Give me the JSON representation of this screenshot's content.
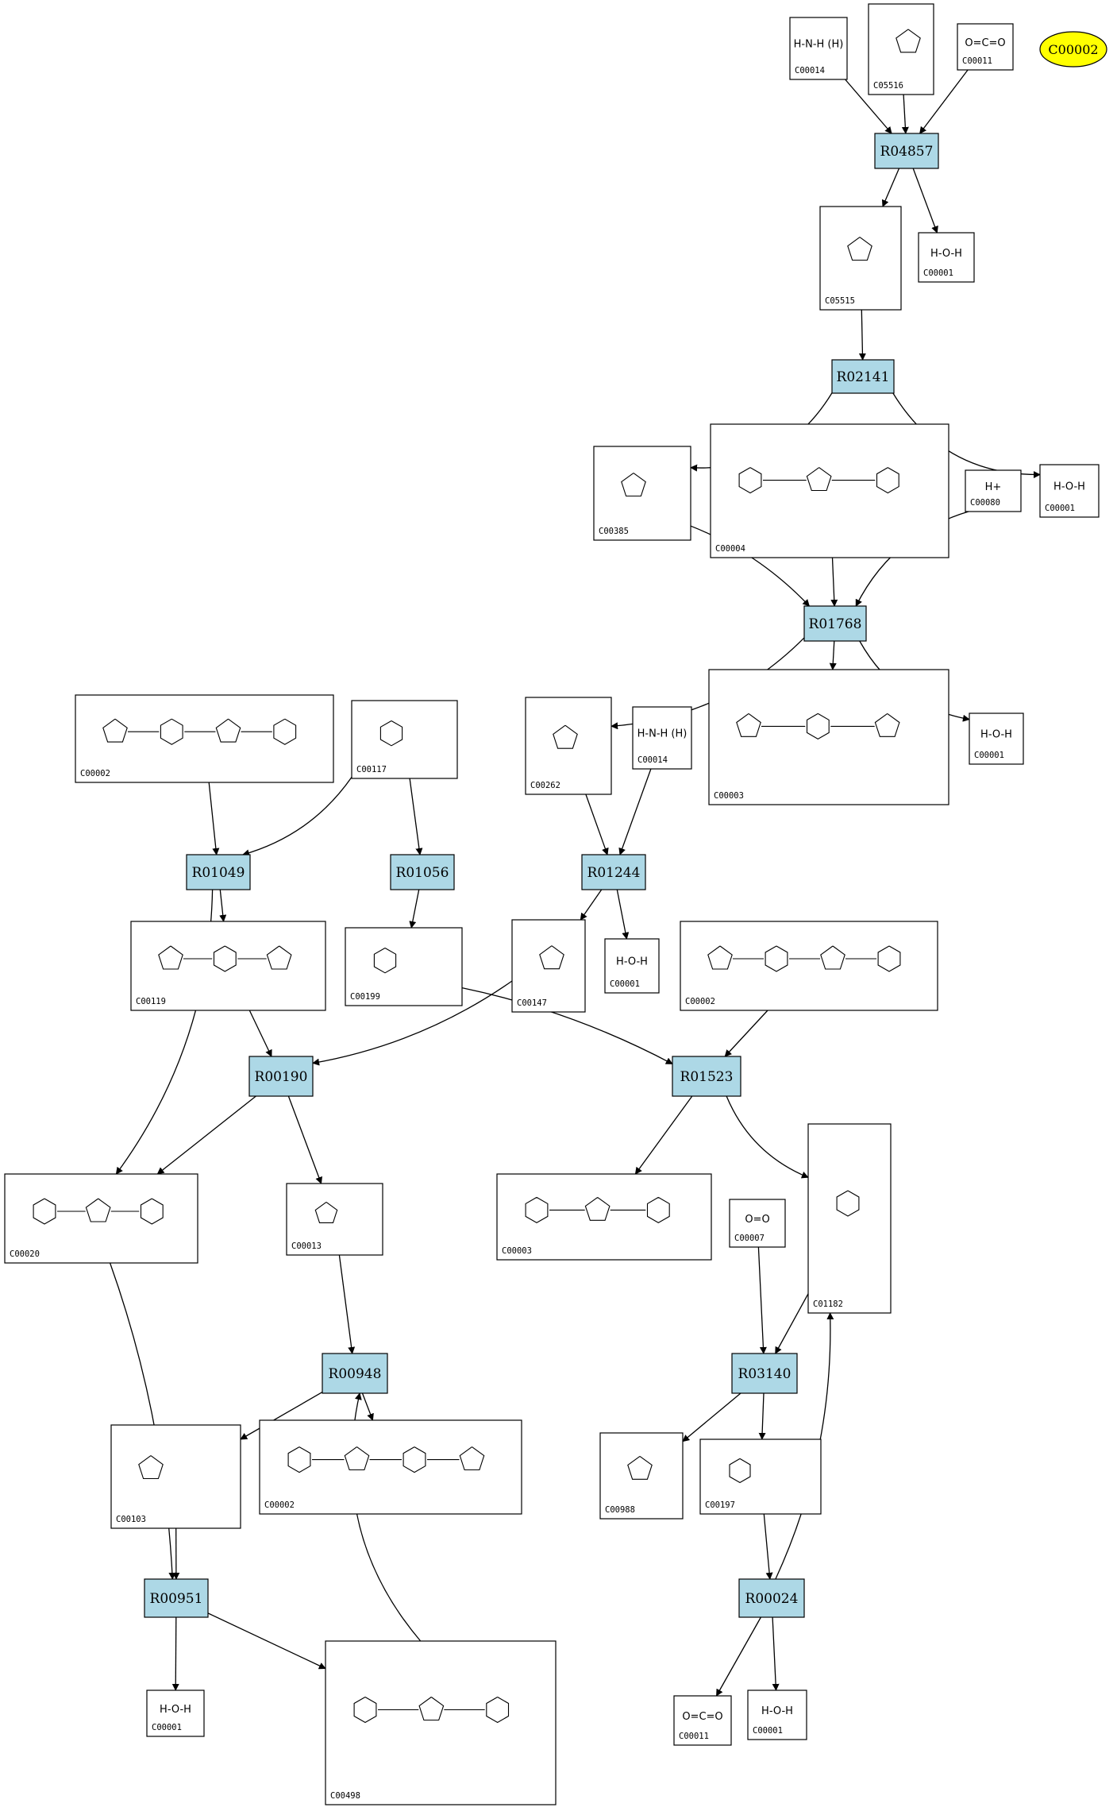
{
  "highlight": {
    "label": "C00002",
    "color": "#ffff00"
  },
  "colors": {
    "reaction_fill": "#add8e6",
    "compound_fill": "#ffffff",
    "highlight_fill": "#ffff00"
  },
  "reactions": [
    {
      "id": "R04857"
    },
    {
      "id": "R02141"
    },
    {
      "id": "R01768"
    },
    {
      "id": "R01049"
    },
    {
      "id": "R01056"
    },
    {
      "id": "R01244"
    },
    {
      "id": "R00190"
    },
    {
      "id": "R01523"
    },
    {
      "id": "R00948"
    },
    {
      "id": "R03140"
    },
    {
      "id": "R00951"
    },
    {
      "id": "R00024"
    }
  ],
  "compounds": [
    {
      "id": "C00014",
      "formula": "H-N-H (H)"
    },
    {
      "id": "C05516",
      "formula": ""
    },
    {
      "id": "C00011",
      "formula": "O=C=O"
    },
    {
      "id": "C05515",
      "formula": ""
    },
    {
      "id": "C00001",
      "formula": "H-O-H"
    },
    {
      "id": "C00385",
      "formula": ""
    },
    {
      "id": "C00004",
      "formula": ""
    },
    {
      "id": "C00080",
      "formula": "H+"
    },
    {
      "id": "C00001",
      "formula": "H-O-H"
    },
    {
      "id": "C00002",
      "formula": ""
    },
    {
      "id": "C00117",
      "formula": ""
    },
    {
      "id": "C00262",
      "formula": ""
    },
    {
      "id": "C00014",
      "formula": "H-N-H (H)"
    },
    {
      "id": "C00003",
      "formula": ""
    },
    {
      "id": "C00001",
      "formula": "H-O-H"
    },
    {
      "id": "C00119",
      "formula": ""
    },
    {
      "id": "C00199",
      "formula": ""
    },
    {
      "id": "C00147",
      "formula": ""
    },
    {
      "id": "C00001",
      "formula": "H-O-H"
    },
    {
      "id": "C00002",
      "formula": ""
    },
    {
      "id": "C00020",
      "formula": ""
    },
    {
      "id": "C00013",
      "formula": ""
    },
    {
      "id": "C00003",
      "formula": ""
    },
    {
      "id": "C00007",
      "formula": "O=O"
    },
    {
      "id": "C01182",
      "formula": ""
    },
    {
      "id": "C00103",
      "formula": ""
    },
    {
      "id": "C00002",
      "formula": ""
    },
    {
      "id": "C00988",
      "formula": ""
    },
    {
      "id": "C00197",
      "formula": ""
    },
    {
      "id": "C00001",
      "formula": "H-O-H"
    },
    {
      "id": "C00498",
      "formula": ""
    },
    {
      "id": "C00011",
      "formula": "O=C=O"
    },
    {
      "id": "C00001",
      "formula": "H-O-H"
    }
  ]
}
